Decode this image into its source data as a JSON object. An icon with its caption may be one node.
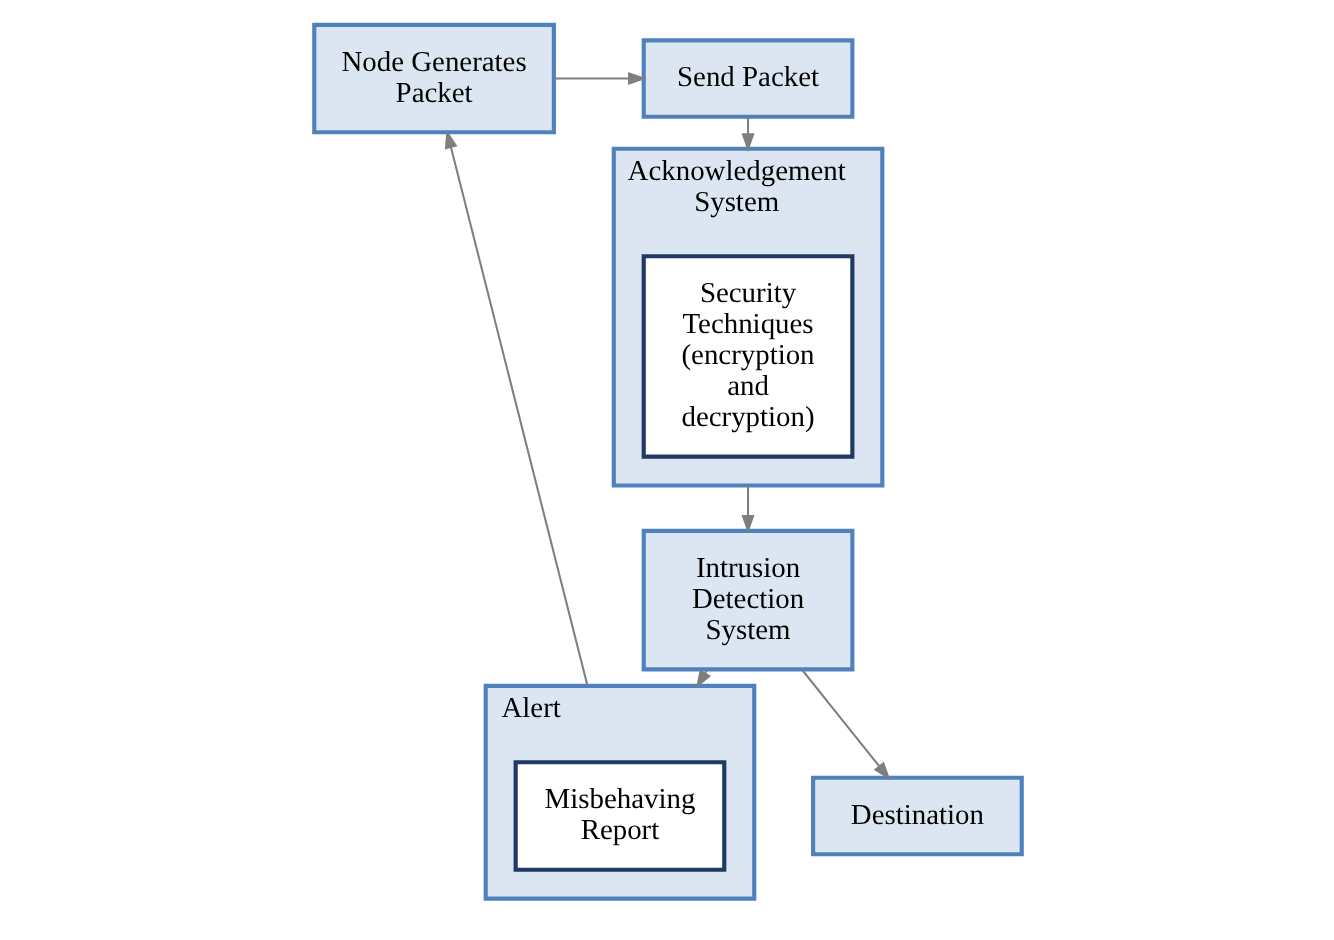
{
  "diagram": {
    "nodes": [
      {
        "text": [
          "Node Generates Packet"
        ]
      },
      {
        "text": [
          "Send Packet"
        ]
      },
      {
        "text": [
          "Acknowledgement System"
        ]
      },
      {
        "text": [
          "Security Techniques (encryption and decryption)"
        ],
        "in": 2
      },
      {
        "text": [
          "Intrusion Detection System"
        ]
      },
      {
        "text": [
          "Alert"
        ]
      },
      {
        "text": [
          "Misbehaving Report"
        ],
        "in": 5
      },
      {
        "text": [
          "Destination"
        ]
      }
    ],
    "edges": [
      {
        "from": 0,
        "to": 1,
        "arrow": "to"
      },
      {
        "from": 1,
        "to": 2,
        "arrow": "to"
      },
      {
        "from": 2,
        "to": 4,
        "arrow": "to"
      },
      {
        "from": 4,
        "to": 5,
        "arrow": "to"
      },
      {
        "from": 5,
        "to": 0,
        "arrow": "to"
      },
      {
        "from": 4,
        "to": 7,
        "arrow": "to"
      }
    ]
  }
}
